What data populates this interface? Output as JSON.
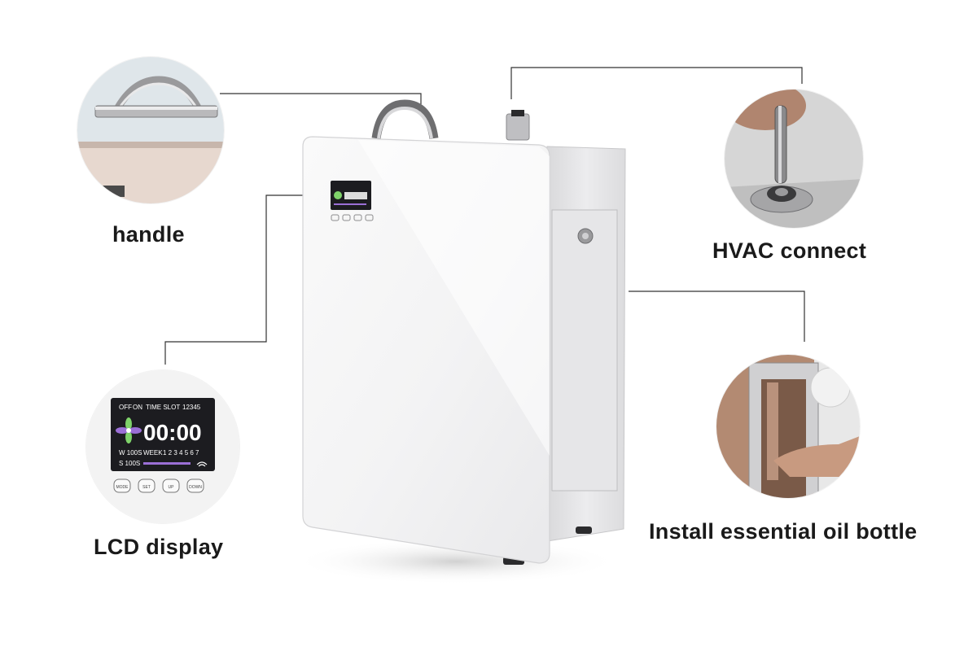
{
  "callouts": {
    "handle": {
      "label": "handle"
    },
    "hvac": {
      "label": "HVAC connect"
    },
    "lcd": {
      "label": "LCD display"
    },
    "oil": {
      "label": "Install essential oil bottle"
    }
  },
  "lcd_screen": {
    "row1_off": "OFF",
    "row1_on": "ON",
    "row1_slot": "TIME SLOT",
    "row1_slots": "12345",
    "time": "00:00",
    "row3_w": "W 100S",
    "row3_week": "WEEK",
    "row3_days": "1 2 3 4 5 6 7",
    "row4_s": "S 100S"
  },
  "buttons": {
    "mode": "MODE",
    "set": "SET",
    "up": "UP",
    "down": "DOWN"
  },
  "colors": {
    "label_text": "#1a1a1a",
    "leader_line": "#333333",
    "device_white": "#f4f4f4",
    "lcd_bg": "#1c1c20",
    "fan_accent": "#7fd36a",
    "fan_accent_2": "#9b6fd6"
  }
}
